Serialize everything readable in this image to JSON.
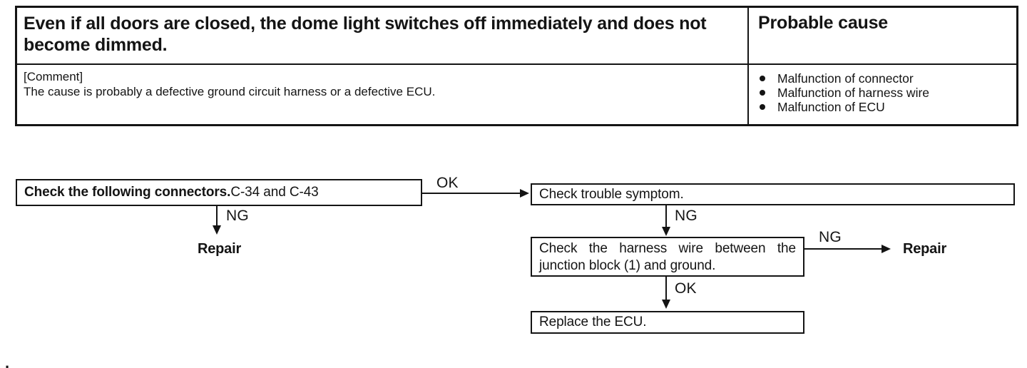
{
  "colors": {
    "ink": "#141414",
    "paper": "#ffffff"
  },
  "table": {
    "symptom": "Even if all doors are closed, the dome light switches off immediately and does not become dimmed.",
    "probable_cause_header": "Probable cause",
    "comment_label": "[Comment]",
    "comment_text": "The cause is probably a defective ground circuit harness or a defective ECU.",
    "causes": [
      "Malfunction of connector",
      "Malfunction of harness wire",
      "Malfunction of ECU"
    ]
  },
  "flowchart": {
    "step1_bold": "Check the following connectors.",
    "step1_rest": " C-34 and C-43",
    "step1_ok_label": "OK",
    "step1_ng_label": "NG",
    "step1_ng_result": "Repair",
    "step2": "Check trouble symptom.",
    "step2_ng_label": "NG",
    "step3_line1": "Check the harness wire between the",
    "step3_line2": "junction block (1) and ground.",
    "step3_ng_label": "NG",
    "step3_ng_result": "Repair",
    "step3_ok_label": "OK",
    "step4": "Replace the ECU."
  },
  "misc": {
    "stray_mark": "."
  }
}
